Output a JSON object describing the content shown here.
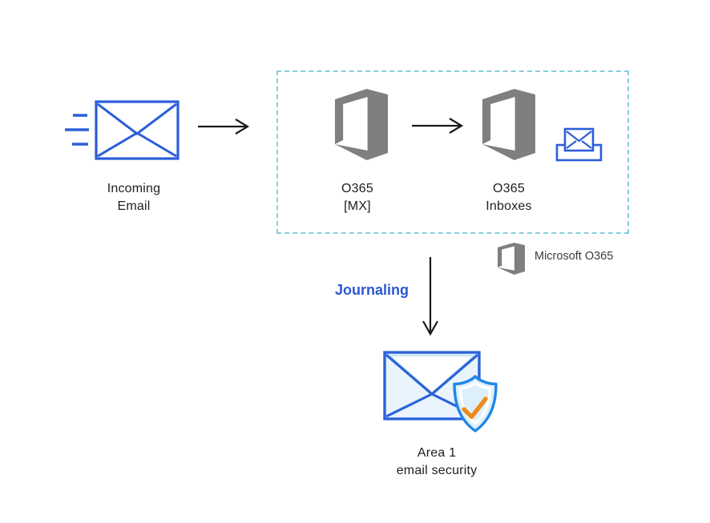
{
  "diagram": {
    "colors": {
      "icon_blue": "#2b5ed9",
      "shield_blue": "#1f86e8",
      "light_fill": "#e9f4fc",
      "check_orange": "#ef8a1f",
      "office_gray": "#7f7f7f",
      "dashed_border": "#85cfdd",
      "arrow_black": "#1a1a1a",
      "label_text": "#1e1e1e",
      "journaling_blue": "#2c58d3",
      "legend_text": "#3c3c3c"
    },
    "nodes": {
      "incoming_email": {
        "icon": "incoming-envelope-icon",
        "label_line1": "Incoming",
        "label_line2": "Email"
      },
      "o365_mx": {
        "icon": "office-logo-icon",
        "label_line1": "O365",
        "label_line2": "[MX]"
      },
      "o365_inboxes": {
        "icon": "office-logo-icon",
        "badge_icon": "inbox-tray-icon",
        "label_line1": "O365",
        "label_line2": "Inboxes"
      },
      "area1": {
        "icon": "envelope-shield-check-icon",
        "label_line1": "Area 1",
        "label_line2": "email security"
      }
    },
    "edges": {
      "journaling_label": "Journaling"
    },
    "legend": {
      "icon": "office-logo-icon",
      "label": "Microsoft O365"
    }
  }
}
